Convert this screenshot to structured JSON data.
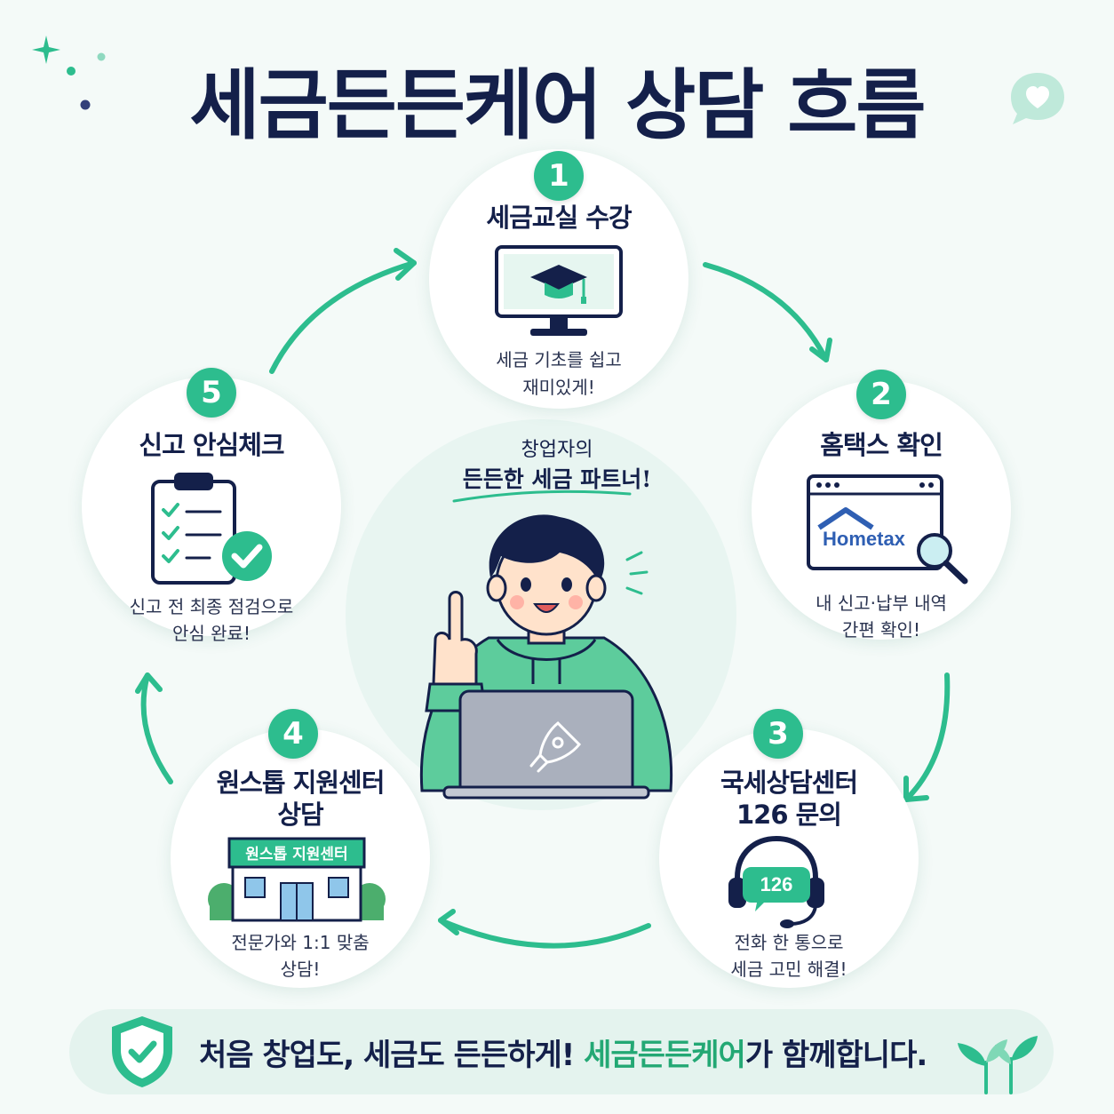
{
  "title": "세금든든케어 상담 흐름",
  "center": {
    "line1": "창업자의",
    "line2": "든든한 세금 파트너!"
  },
  "steps": [
    {
      "number": "1",
      "title": "세금교실 수강",
      "desc": [
        "세금 기초를 쉽고",
        "재미있게!"
      ],
      "icon": "monitor-graduation-cap-icon"
    },
    {
      "number": "2",
      "title": "홈택스 확인",
      "desc": [
        "내 신고·납부 내역",
        "간편 확인!"
      ],
      "icon": "hometax-browser-icon",
      "logo_text": "Hometax"
    },
    {
      "number": "3",
      "title": [
        "국세상담센터",
        "126 문의"
      ],
      "desc": [
        "전화 한 통으로",
        "세금 고민 해결!"
      ],
      "icon": "headset-icon",
      "bubble_text": "126"
    },
    {
      "number": "4",
      "title": [
        "원스톱 지원센터",
        "상담"
      ],
      "desc": [
        "전문가와 1:1 맞춤",
        "상담!"
      ],
      "icon": "building-icon",
      "sign_text": "원스톱 지원센터"
    },
    {
      "number": "5",
      "title": "신고 안심체크",
      "desc": [
        "신고 전 최종 점검으로",
        "안심 완료!"
      ],
      "icon": "clipboard-check-icon"
    }
  ],
  "banner": {
    "prefix": "처음 창업도, 세금도 든든하게!",
    "brand": "세금든든케어",
    "suffix": "가 함께합니다."
  },
  "colors": {
    "accent": "#2dbd8e",
    "navy": "#14204a",
    "background": "#f4faf8",
    "hoodie": "#5dcc9c"
  }
}
